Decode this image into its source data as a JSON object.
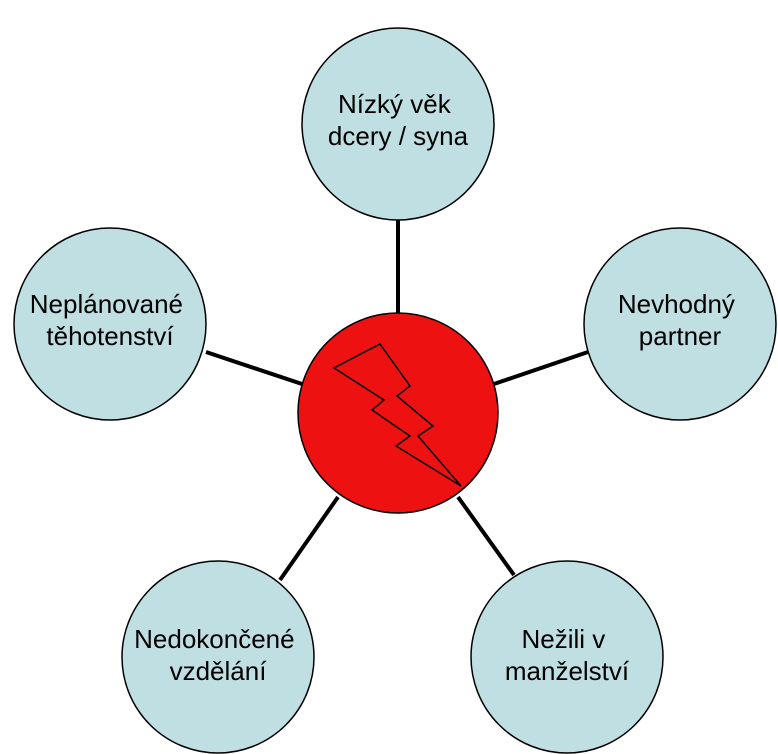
{
  "diagram": {
    "center": {
      "icon": "lightning-bolt-icon",
      "fill": "#EE1111"
    },
    "node_fill": "#C0DFE2",
    "outline": "#000000",
    "nodes": [
      {
        "line1": "Nízký věk",
        "line2": "dcery / syna"
      },
      {
        "line1": "Nevhodný",
        "line2": "partner"
      },
      {
        "line1": "Nežili v",
        "line2": "manželství"
      },
      {
        "line1": "Nedokončené",
        "line2": "vzdělání"
      },
      {
        "line1": "Neplánované",
        "line2": "těhotenství"
      }
    ]
  }
}
